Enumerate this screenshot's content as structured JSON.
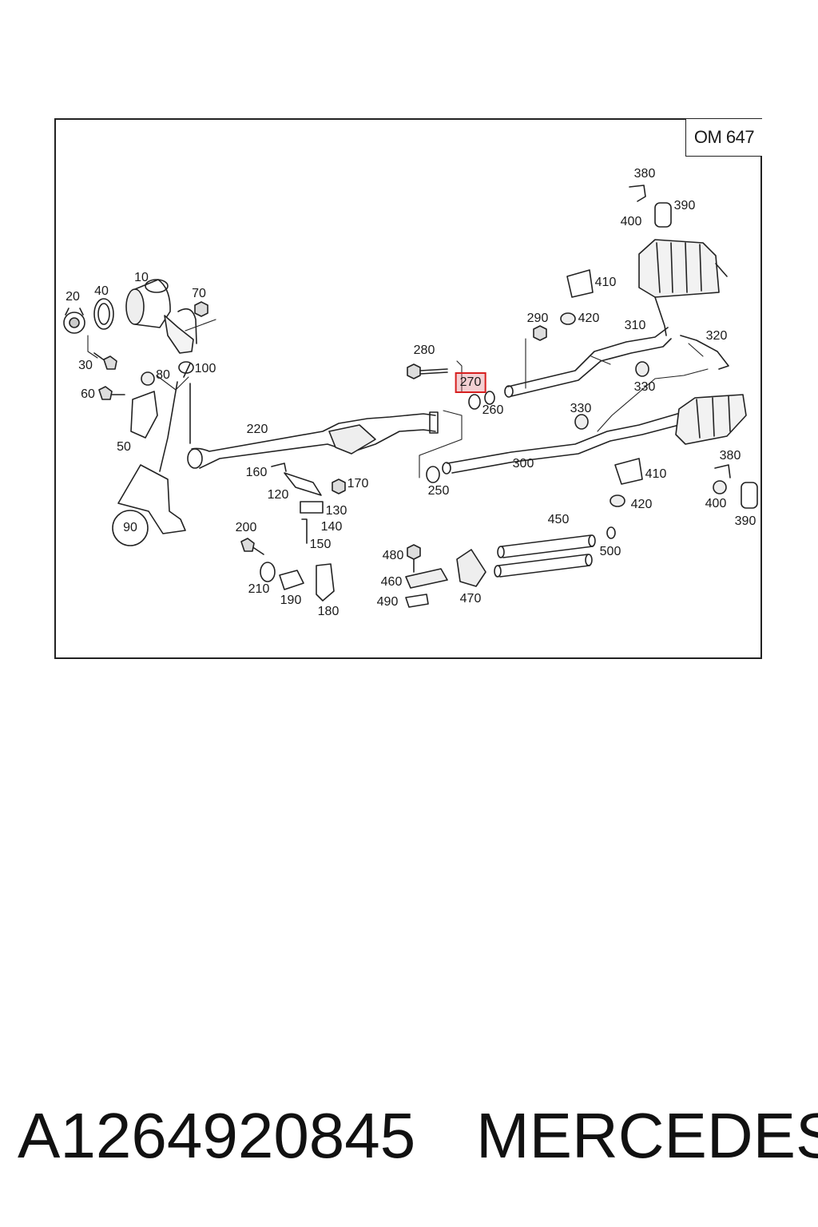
{
  "diagram": {
    "model": "OM 647",
    "highlighted_part": "270",
    "parts": [
      {
        "id": "10"
      },
      {
        "id": "20"
      },
      {
        "id": "30"
      },
      {
        "id": "40"
      },
      {
        "id": "50"
      },
      {
        "id": "60"
      },
      {
        "id": "70"
      },
      {
        "id": "80"
      },
      {
        "id": "90"
      },
      {
        "id": "100"
      },
      {
        "id": "120"
      },
      {
        "id": "130"
      },
      {
        "id": "140"
      },
      {
        "id": "150"
      },
      {
        "id": "160"
      },
      {
        "id": "170"
      },
      {
        "id": "180"
      },
      {
        "id": "190"
      },
      {
        "id": "200"
      },
      {
        "id": "210"
      },
      {
        "id": "220"
      },
      {
        "id": "250"
      },
      {
        "id": "260"
      },
      {
        "id": "270"
      },
      {
        "id": "280"
      },
      {
        "id": "290"
      },
      {
        "id": "300"
      },
      {
        "id": "310"
      },
      {
        "id": "320"
      },
      {
        "id": "330"
      },
      {
        "id": "330"
      },
      {
        "id": "380"
      },
      {
        "id": "380"
      },
      {
        "id": "390"
      },
      {
        "id": "390"
      },
      {
        "id": "400"
      },
      {
        "id": "400"
      },
      {
        "id": "410"
      },
      {
        "id": "410"
      },
      {
        "id": "420"
      },
      {
        "id": "420"
      },
      {
        "id": "450"
      },
      {
        "id": "460"
      },
      {
        "id": "470"
      },
      {
        "id": "480"
      },
      {
        "id": "490"
      },
      {
        "id": "500"
      }
    ]
  },
  "footer": {
    "part_number": "A1264920845",
    "brand": "MERCEDES"
  },
  "colors": {
    "highlight_border": "#d62020",
    "highlight_fill": "#dc7882",
    "line": "#222222"
  }
}
